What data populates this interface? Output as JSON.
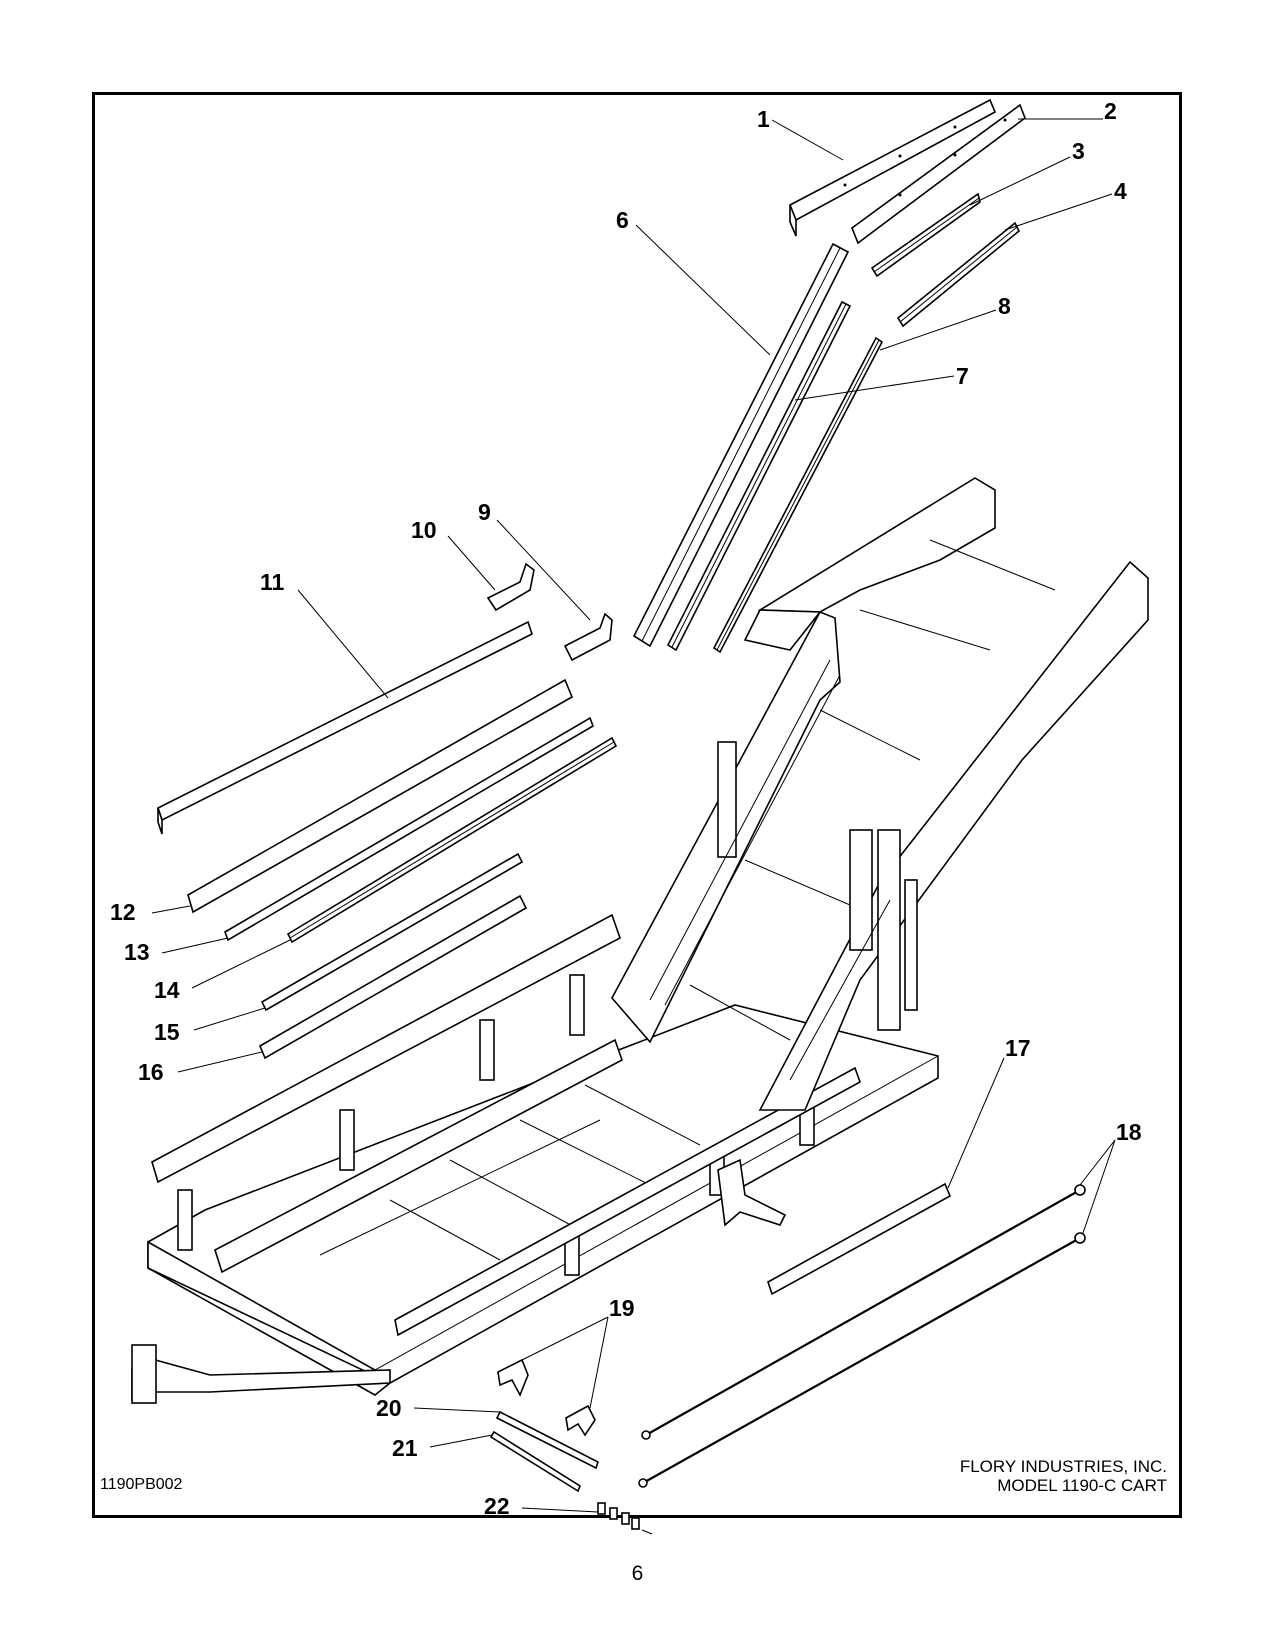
{
  "callouts": [
    "1",
    "2",
    "3",
    "4",
    "6",
    "8",
    "7",
    "9",
    "10",
    "11",
    "12",
    "13",
    "14",
    "15",
    "16",
    "17",
    "18",
    "19",
    "20",
    "21",
    "22"
  ],
  "footer": {
    "drawing_id": "1190PB002",
    "company": "FLORY INDUSTRIES, INC.",
    "model": "MODEL 1190-C CART"
  },
  "page_number": "6"
}
